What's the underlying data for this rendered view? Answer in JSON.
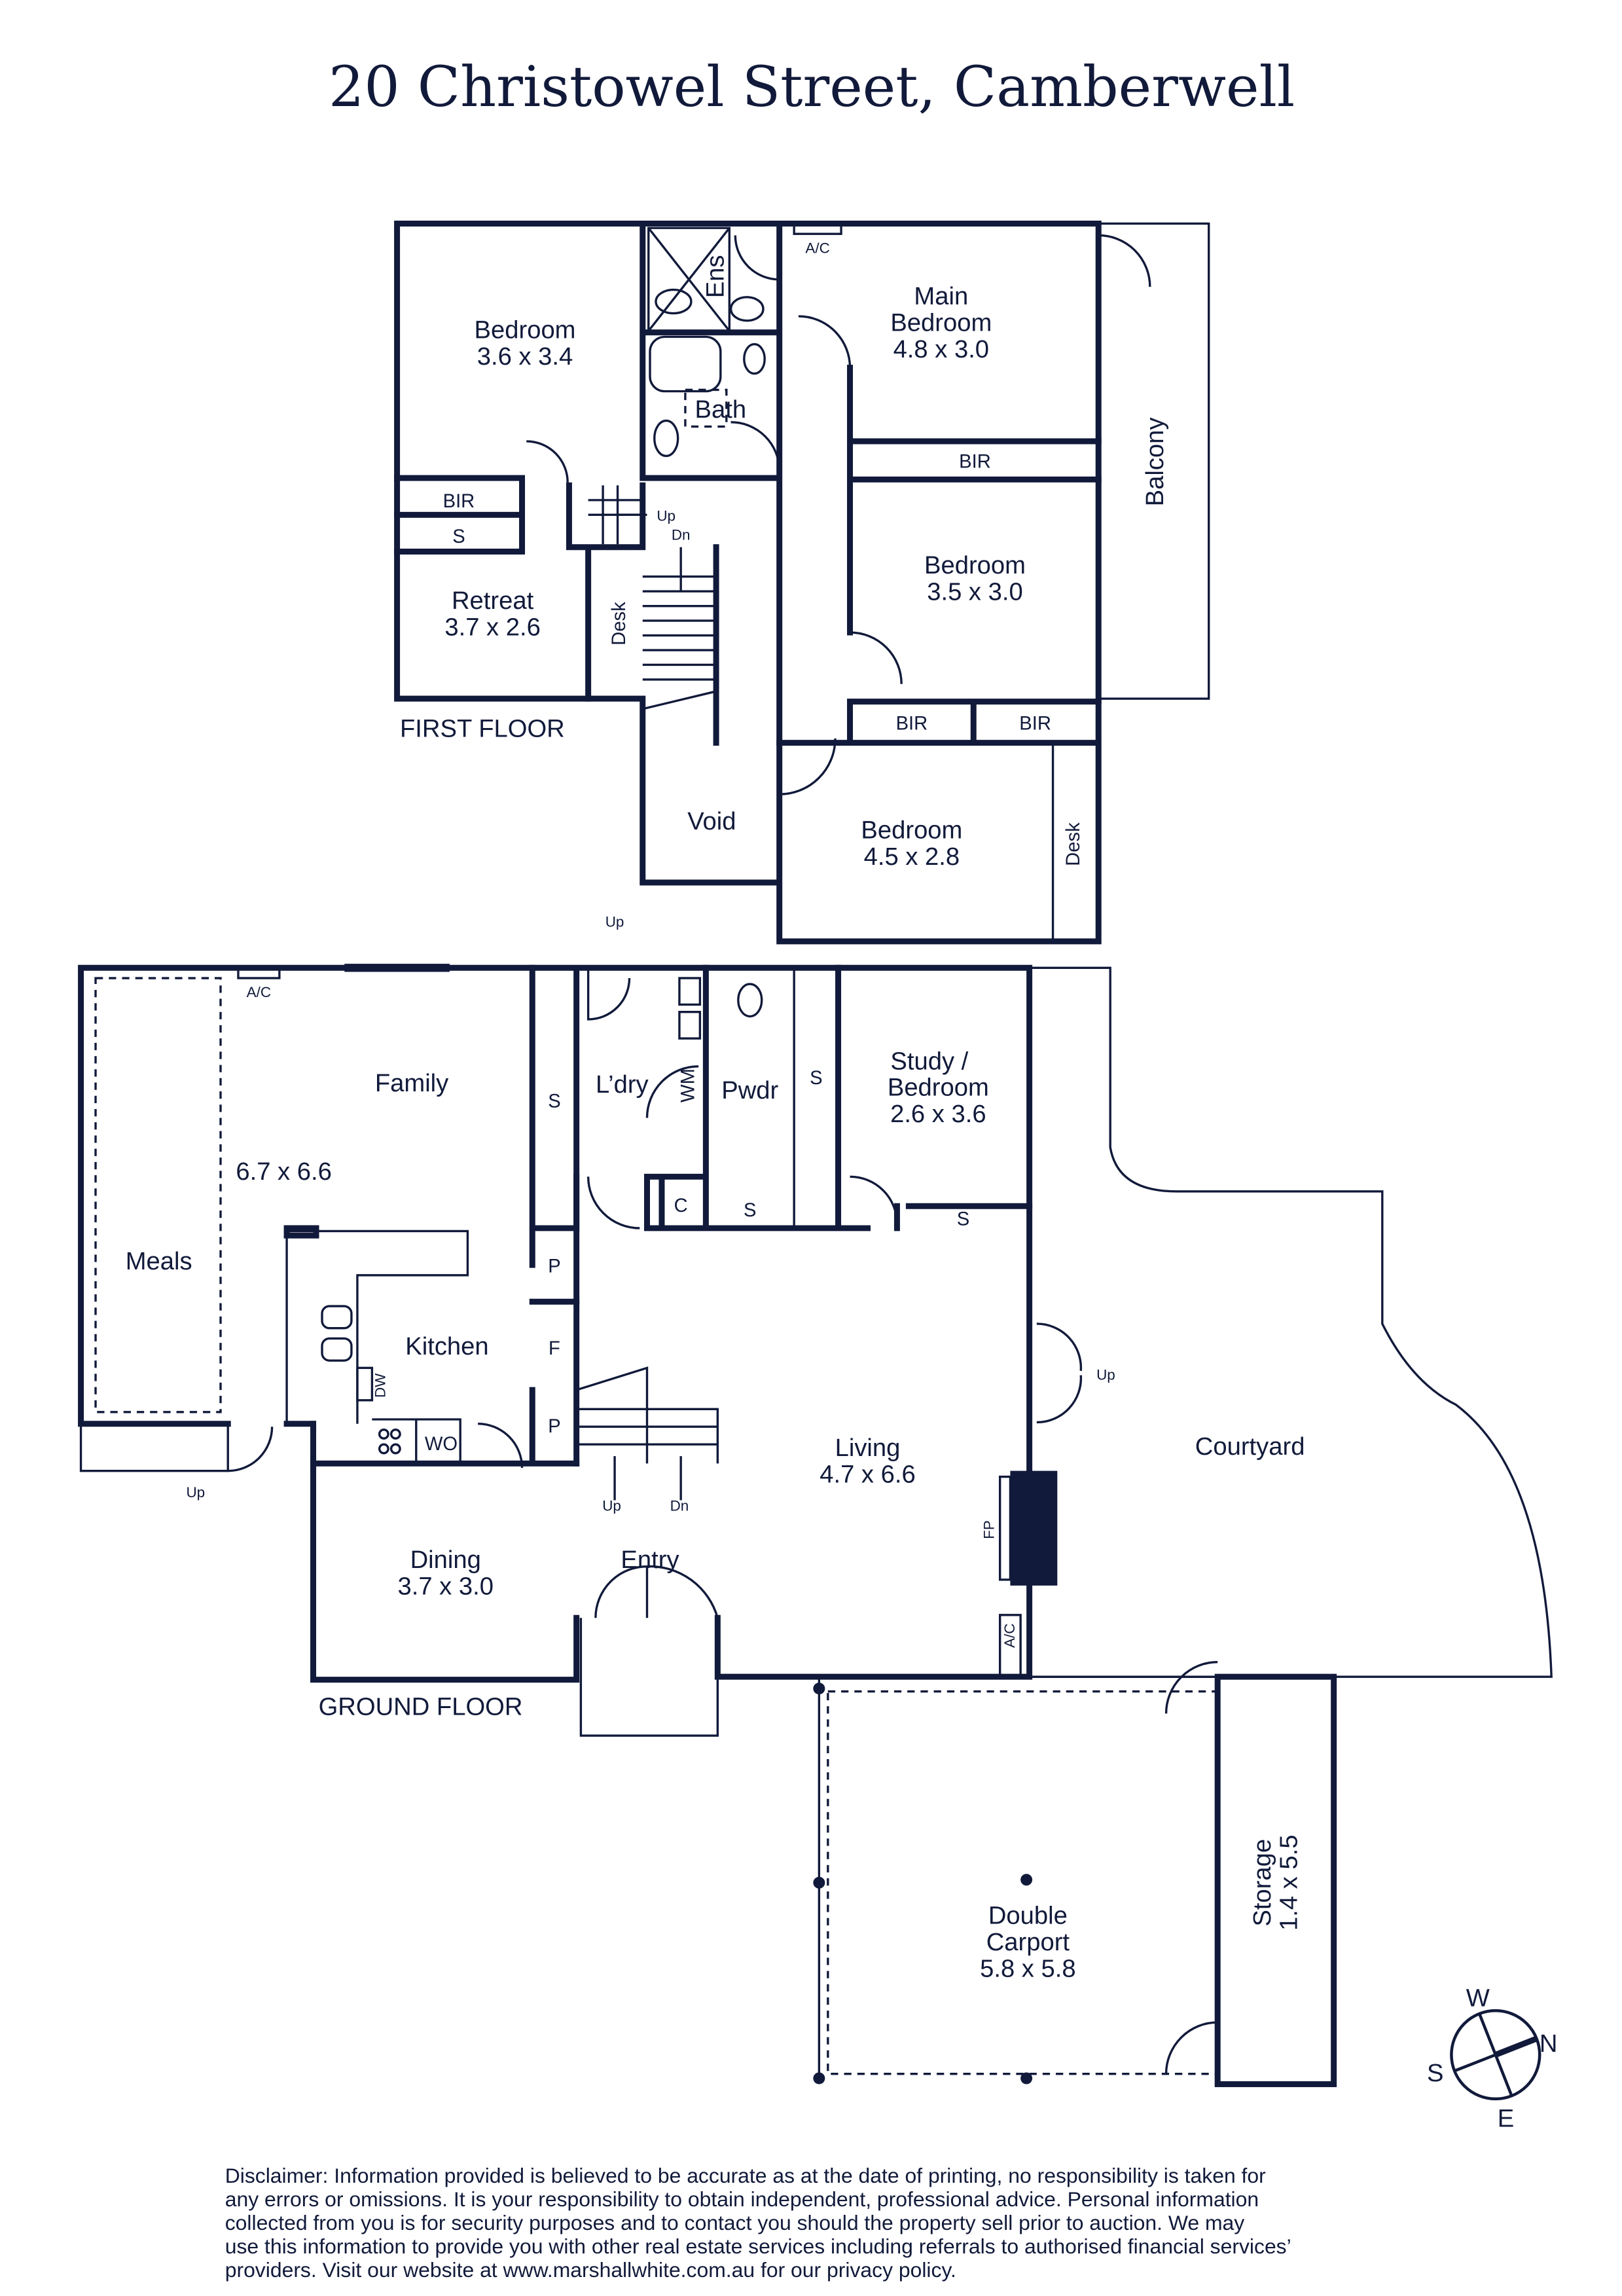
{
  "title": "20 Christowel Street, Camberwell",
  "floors": {
    "first": "FIRST FLOOR",
    "ground": "GROUND FLOOR"
  },
  "first_floor": {
    "bedroom1": {
      "name": "Bedroom",
      "size": "3.6 x 3.4"
    },
    "ens": "Ens",
    "bath": "Bath",
    "main_bedroom": {
      "name1": "Main",
      "name2": "Bedroom",
      "size": "4.8 x 3.0"
    },
    "ac": "A/C",
    "balcony": "Balcony",
    "bir": "BIR",
    "s": "S",
    "retreat": {
      "name": "Retreat",
      "size": "3.7 x 2.6"
    },
    "desk": "Desk",
    "up": "Up",
    "dn": "Dn",
    "bedroom2": {
      "name": "Bedroom",
      "size": "3.5 x 3.0"
    },
    "void": "Void",
    "bedroom3": {
      "name": "Bedroom",
      "size": "4.5 x 2.8"
    }
  },
  "ground_floor": {
    "family": {
      "name": "Family",
      "size": "6.7 x 6.6"
    },
    "meals": "Meals",
    "ac": "A/C",
    "kitchen": "Kitchen",
    "dw": "DW",
    "wo": "WO",
    "p": "P",
    "f": "F",
    "s": "S",
    "c": "C",
    "wm": "WM",
    "laundry": "L’dry",
    "powder": "Pwdr",
    "study": {
      "name1": "Study /",
      "name2": "Bedroom",
      "size": "2.6 x 3.6"
    },
    "living": {
      "name": "Living",
      "size": "4.7 x 6.6"
    },
    "fp": "FP",
    "courtyard": "Courtyard",
    "dining": {
      "name": "Dining",
      "size": "3.7 x 3.0"
    },
    "entry": "Entry",
    "up": "Up",
    "dn": "Dn",
    "carport": {
      "name1": "Double",
      "name2": "Carport",
      "size": "5.8 x 5.8"
    },
    "storage": {
      "name": "Storage",
      "size": "1.4 x 5.5"
    }
  },
  "compass": {
    "n": "N",
    "s": "S",
    "e": "E",
    "w": "W"
  },
  "disclaimer": [
    "Disclaimer: Information provided is believed to be accurate as at the date of printing, no responsibility is taken for",
    "any errors or omissions. It is your responsibility to obtain independent, professional advice. Personal information",
    "collected from you is for security purposes and to contact you should the property sell prior to auction. We may",
    "use this information to provide you with other real estate services including referrals to authorised financial services’",
    "providers. Visit our website at www.marshallwhite.com.au for our privacy policy."
  ]
}
